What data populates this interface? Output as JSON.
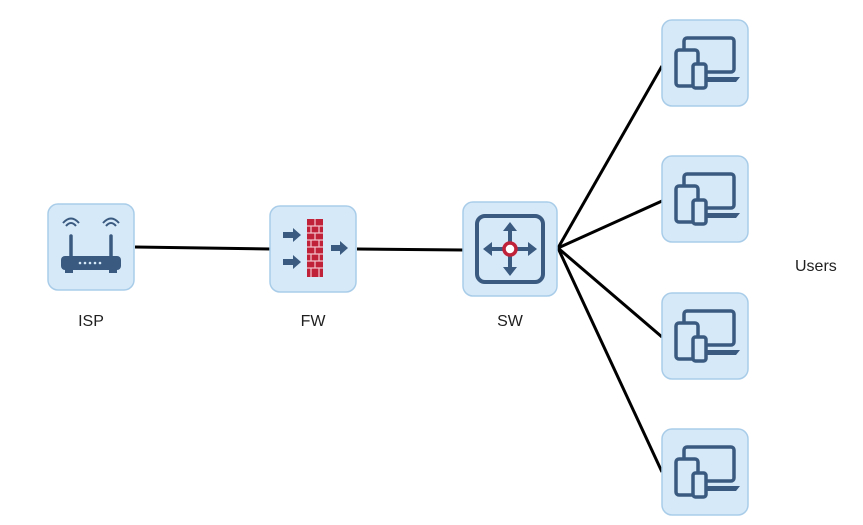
{
  "colors": {
    "tile_fill": "#d6e9f8",
    "tile_stroke": "#a9cde9",
    "icon_blue": "#3a5a80",
    "firewall_red": "#c0223a",
    "link_line": "#000000"
  },
  "nodes": [
    {
      "id": "isp",
      "label": "ISP",
      "icon": "router-icon"
    },
    {
      "id": "fw",
      "label": "FW",
      "icon": "firewall-icon"
    },
    {
      "id": "sw",
      "label": "SW",
      "icon": "switch-icon"
    },
    {
      "id": "user1",
      "label": "",
      "icon": "devices-icon"
    },
    {
      "id": "user2",
      "label": "",
      "icon": "devices-icon"
    },
    {
      "id": "user3",
      "label": "",
      "icon": "devices-icon"
    },
    {
      "id": "user4",
      "label": "",
      "icon": "devices-icon"
    }
  ],
  "links": [
    {
      "from": "isp",
      "to": "fw"
    },
    {
      "from": "fw",
      "to": "sw"
    },
    {
      "from": "sw",
      "to": "user1"
    },
    {
      "from": "sw",
      "to": "user2"
    },
    {
      "from": "sw",
      "to": "user3"
    },
    {
      "from": "sw",
      "to": "user4"
    }
  ],
  "group_label": "Users"
}
